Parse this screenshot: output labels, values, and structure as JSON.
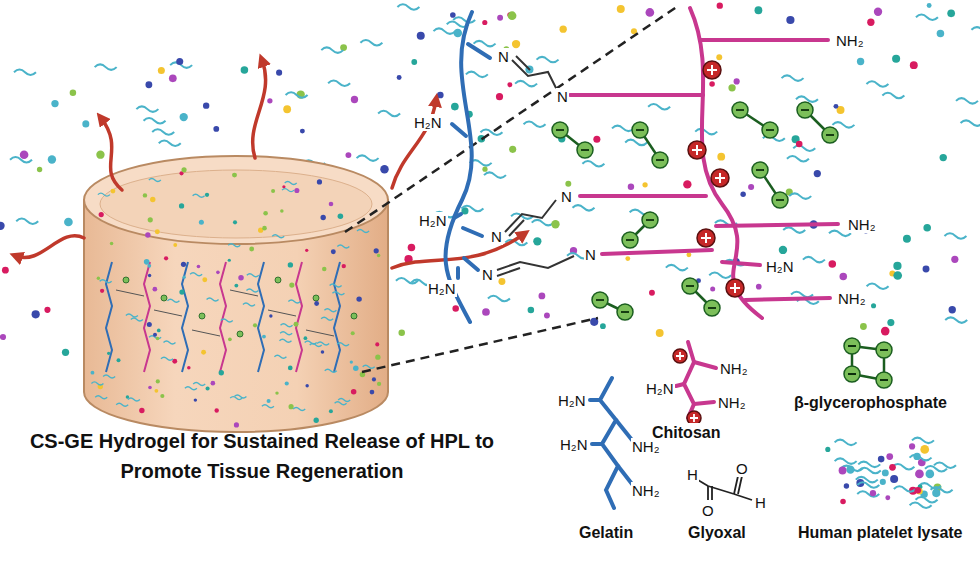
{
  "diagram": {
    "title": "CS-GE Hydrogel for Sustained Release of HPL to Promote Tissue Regeneration",
    "labels": [
      "H₂N",
      "NH₂",
      "H₂N",
      "NH₂",
      "H₂N",
      "NH₂",
      "H₂N",
      "N",
      "N",
      "N",
      "N",
      "N",
      "N",
      "H₂N",
      "H₂N",
      "NH₂",
      "NH₂",
      "NH₂",
      "H₂N",
      "NH₂",
      "H",
      "O",
      "O",
      "H"
    ],
    "legend": [
      {
        "text": "Gelatin"
      },
      {
        "text": "Chitosan"
      },
      {
        "text": "β-glycerophosphate"
      },
      {
        "text": "Glyoxal"
      },
      {
        "text": "Human platelet lysate"
      }
    ]
  }
}
